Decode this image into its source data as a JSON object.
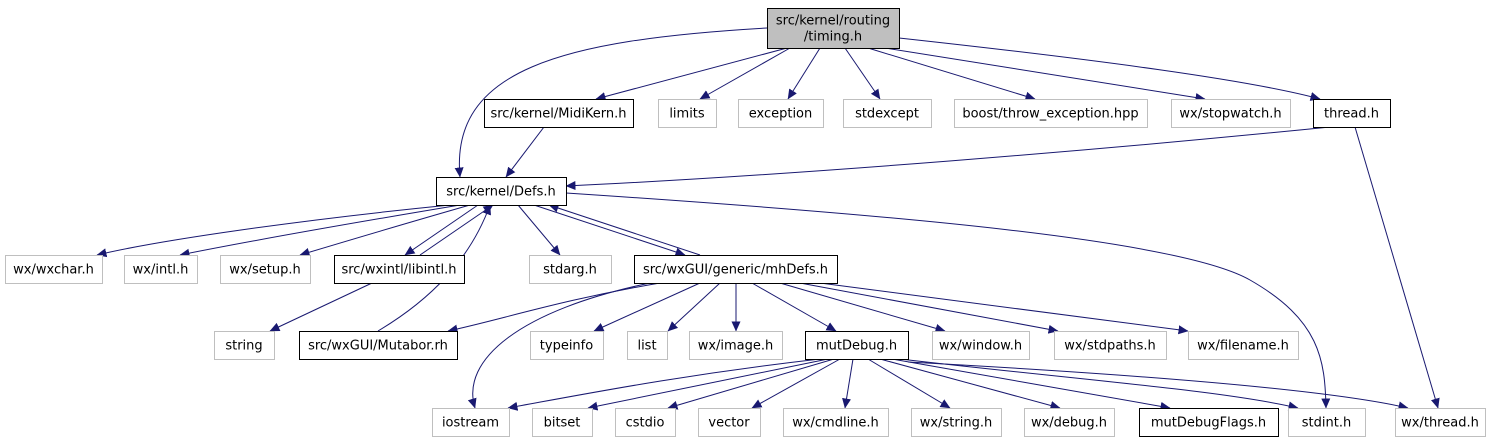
{
  "diagram": {
    "colors": {
      "edge": "#191970",
      "box_border_documented": "#000000",
      "box_border_external": "#bfbfbf",
      "root_fill": "#bfbfbf",
      "box_fill": "#ffffff"
    },
    "nodes": [
      {
        "id": "timing_h",
        "lines": [
          "src/kernel/routing",
          "/timing.h"
        ],
        "kind": "root"
      },
      {
        "id": "midikern_h",
        "lines": [
          "src/kernel/MidiKern.h"
        ],
        "kind": "documented"
      },
      {
        "id": "limits",
        "lines": [
          "limits"
        ],
        "kind": "external"
      },
      {
        "id": "exception",
        "lines": [
          "exception"
        ],
        "kind": "external"
      },
      {
        "id": "stdexcept",
        "lines": [
          "stdexcept"
        ],
        "kind": "external"
      },
      {
        "id": "boost_throw",
        "lines": [
          "boost/throw_exception.hpp"
        ],
        "kind": "external"
      },
      {
        "id": "wx_stopwatch",
        "lines": [
          "wx/stopwatch.h"
        ],
        "kind": "external"
      },
      {
        "id": "thread_h",
        "lines": [
          "thread.h"
        ],
        "kind": "documented"
      },
      {
        "id": "defs_h",
        "lines": [
          "src/kernel/Defs.h"
        ],
        "kind": "documented"
      },
      {
        "id": "wx_wxchar",
        "lines": [
          "wx/wxchar.h"
        ],
        "kind": "external"
      },
      {
        "id": "wx_intl",
        "lines": [
          "wx/intl.h"
        ],
        "kind": "external"
      },
      {
        "id": "wx_setup",
        "lines": [
          "wx/setup.h"
        ],
        "kind": "external"
      },
      {
        "id": "libintl_h",
        "lines": [
          "src/wxintl/libintl.h"
        ],
        "kind": "documented"
      },
      {
        "id": "stdarg_h",
        "lines": [
          "stdarg.h"
        ],
        "kind": "external"
      },
      {
        "id": "mhdefs_h",
        "lines": [
          "src/wxGUI/generic/mhDefs.h"
        ],
        "kind": "documented"
      },
      {
        "id": "string",
        "lines": [
          "string"
        ],
        "kind": "external"
      },
      {
        "id": "mutabor_rh",
        "lines": [
          "src/wxGUI/Mutabor.rh"
        ],
        "kind": "documented"
      },
      {
        "id": "typeinfo",
        "lines": [
          "typeinfo"
        ],
        "kind": "external"
      },
      {
        "id": "list",
        "lines": [
          "list"
        ],
        "kind": "external"
      },
      {
        "id": "wx_image",
        "lines": [
          "wx/image.h"
        ],
        "kind": "external"
      },
      {
        "id": "mutdebug_h",
        "lines": [
          "mutDebug.h"
        ],
        "kind": "documented"
      },
      {
        "id": "wx_window",
        "lines": [
          "wx/window.h"
        ],
        "kind": "external"
      },
      {
        "id": "wx_stdpaths",
        "lines": [
          "wx/stdpaths.h"
        ],
        "kind": "external"
      },
      {
        "id": "wx_filename",
        "lines": [
          "wx/filename.h"
        ],
        "kind": "external"
      },
      {
        "id": "iostream",
        "lines": [
          "iostream"
        ],
        "kind": "external"
      },
      {
        "id": "bitset",
        "lines": [
          "bitset"
        ],
        "kind": "external"
      },
      {
        "id": "cstdio",
        "lines": [
          "cstdio"
        ],
        "kind": "external"
      },
      {
        "id": "vector",
        "lines": [
          "vector"
        ],
        "kind": "external"
      },
      {
        "id": "wx_cmdline",
        "lines": [
          "wx/cmdline.h"
        ],
        "kind": "external"
      },
      {
        "id": "wx_string",
        "lines": [
          "wx/string.h"
        ],
        "kind": "external"
      },
      {
        "id": "wx_debug",
        "lines": [
          "wx/debug.h"
        ],
        "kind": "external"
      },
      {
        "id": "mutdebugflags_h",
        "lines": [
          "mutDebugFlags.h"
        ],
        "kind": "documented"
      },
      {
        "id": "stdint_h",
        "lines": [
          "stdint.h"
        ],
        "kind": "external"
      },
      {
        "id": "wx_thread",
        "lines": [
          "wx/thread.h"
        ],
        "kind": "external"
      }
    ],
    "edges": [
      [
        "timing_h",
        "defs_h"
      ],
      [
        "timing_h",
        "midikern_h"
      ],
      [
        "timing_h",
        "limits"
      ],
      [
        "timing_h",
        "exception"
      ],
      [
        "timing_h",
        "stdexcept"
      ],
      [
        "timing_h",
        "boost_throw"
      ],
      [
        "timing_h",
        "wx_stopwatch"
      ],
      [
        "timing_h",
        "thread_h"
      ],
      [
        "midikern_h",
        "defs_h"
      ],
      [
        "thread_h",
        "defs_h"
      ],
      [
        "thread_h",
        "wx_thread"
      ],
      [
        "defs_h",
        "wx_wxchar"
      ],
      [
        "defs_h",
        "wx_intl"
      ],
      [
        "defs_h",
        "wx_setup"
      ],
      [
        "defs_h",
        "libintl_h"
      ],
      [
        "libintl_h",
        "defs_h"
      ],
      [
        "defs_h",
        "stdarg_h"
      ],
      [
        "defs_h",
        "mhdefs_h"
      ],
      [
        "mhdefs_h",
        "defs_h"
      ],
      [
        "defs_h",
        "stdint_h"
      ],
      [
        "libintl_h",
        "string"
      ],
      [
        "mutabor_rh",
        "defs_h"
      ],
      [
        "mhdefs_h",
        "iostream"
      ],
      [
        "mhdefs_h",
        "mutabor_rh"
      ],
      [
        "mhdefs_h",
        "typeinfo"
      ],
      [
        "mhdefs_h",
        "list"
      ],
      [
        "mhdefs_h",
        "wx_image"
      ],
      [
        "mhdefs_h",
        "mutdebug_h"
      ],
      [
        "mhdefs_h",
        "wx_window"
      ],
      [
        "mhdefs_h",
        "wx_stdpaths"
      ],
      [
        "mhdefs_h",
        "wx_filename"
      ],
      [
        "mutdebug_h",
        "iostream"
      ],
      [
        "mutdebug_h",
        "bitset"
      ],
      [
        "mutdebug_h",
        "cstdio"
      ],
      [
        "mutdebug_h",
        "vector"
      ],
      [
        "mutdebug_h",
        "wx_cmdline"
      ],
      [
        "mutdebug_h",
        "wx_string"
      ],
      [
        "mutdebug_h",
        "wx_debug"
      ],
      [
        "mutdebug_h",
        "mutdebugflags_h"
      ],
      [
        "mutdebug_h",
        "stdint_h"
      ],
      [
        "mutdebug_h",
        "wx_thread"
      ]
    ]
  }
}
